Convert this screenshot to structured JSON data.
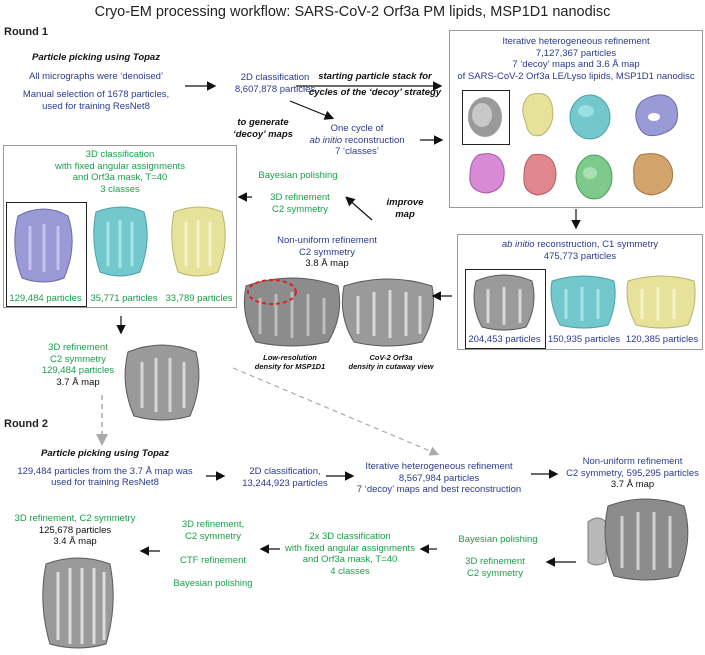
{
  "title": "Cryo-EM processing workflow: SARS-CoV-2 Orf3a PM lipids, MSP1D1 nanodisc",
  "round1": {
    "label": "Round 1",
    "topaz_title": "Particle picking using Topaz",
    "topaz_denoised": "All micrographs were ‘denoised’",
    "manual_sel_1": "Manual selection of 1678 particles,",
    "manual_sel_2": "used for training ResNet8",
    "class2d_1": "2D classification",
    "class2d_2": "8,607,878 particles",
    "arrow_start_1": "starting particle stack for",
    "arrow_start_2": "cycles of the ‘decoy’ strategy",
    "arrow_decoy_1": "to generate",
    "arrow_decoy_2": "‘decoy’ maps",
    "abinitio_1": "One cycle of",
    "abinitio_2a": "ab initio",
    "abinitio_2b": " reconstruction",
    "abinitio_3": "7 ‘classes’",
    "hetero_1": "Iterative heterogeneous refinement",
    "hetero_2": "7,127,367 particles",
    "hetero_3": "7 ‘decoy’ maps and 3.6 Å map",
    "hetero_4": "of SARS-CoV-2 Orf3a LE/Lyso lipids, MSP1D1 nanodisc",
    "class3d_1": "3D classification",
    "class3d_2": "with fixed angular assignments",
    "class3d_3": "and Orf3a mask, T=40",
    "class3d_4": "3 classes",
    "class3d_p1": "129,484 particles",
    "class3d_p2": "35,771 particles",
    "class3d_p3": "33,789 particles",
    "bayes": "Bayesian polishing",
    "ref3d_1": "3D refinement",
    "ref3d_2": "C2 symmetry",
    "improve_1": "improve",
    "improve_2": "map",
    "nonuni_1": "Non-uniform refinement",
    "nonuni_2": "C2 symmetry",
    "nonuni_3": "3.8 Å map",
    "lowres_1": "Low-resolution",
    "lowres_2": "density for MSP1D1",
    "cutaway_1": "CoV-2 Orf3a",
    "cutaway_2": "density in cutaway view",
    "abc1_1a": "ab initio",
    "abc1_1b": " reconstruction, C1 symmetry",
    "abc1_2": "475,773 particles",
    "abc1_p1": "204,453 particles",
    "abc1_p2": "150,935 particles",
    "abc1_p3": "120,385 particles",
    "ref37_1": "3D refinement",
    "ref37_2": "C2 symmetry",
    "ref37_3": "129,484 particles",
    "ref37_4": "3.7 Å map"
  },
  "round2": {
    "label": "Round 2",
    "topaz_title": "Particle picking using Topaz",
    "topaz_1": "129,484 particles from the 3.7 Å map was",
    "topaz_2": "used for training ResNet8",
    "class2d_1": "2D classification,",
    "class2d_2": "13,244,923 particles",
    "hetero_1": "Iterative heterogeneous refinement",
    "hetero_2": "8,567,984 particles",
    "hetero_3": "7 ‘decoy’ maps and best reconstruction",
    "nonuni_1": "Non-uniform refinement",
    "nonuni_2": "C2 symmetry, 595,295 particles",
    "nonuni_3": "3.7 Å map",
    "bayes": "Bayesian polishing",
    "ref3d_1": "3D refinement",
    "ref3d_2": "C2 symmetry",
    "class3d_1": "2x 3D classification",
    "class3d_2": "with fixed angular assignments",
    "class3d_3": "and Orf3a mask, T=40",
    "class3d_4": "4 classes",
    "refc2_1": "3D refinement,",
    "refc2_2": "C2 symmetry",
    "ctf": "CTF refinement",
    "bayes2": "Bayesian polishing",
    "final_1": "3D refinement, C2 symmetry",
    "final_2": "125,678  particles",
    "final_3": "3.4 Å map"
  },
  "colors": {
    "blue_text": "#2b3a8f",
    "green_text": "#1aa04a",
    "box_border": "#9a9a9a",
    "map_gray": "#8c8c8c",
    "map_lavender": "#9a9ad6",
    "map_cyan": "#72c8cc",
    "map_yellow": "#e6e29a",
    "map_pink": "#d98ad4",
    "map_salmon": "#e0888e",
    "map_green": "#7ec98c",
    "map_tan": "#d2a46c",
    "dashed_circle": "#e02020"
  }
}
